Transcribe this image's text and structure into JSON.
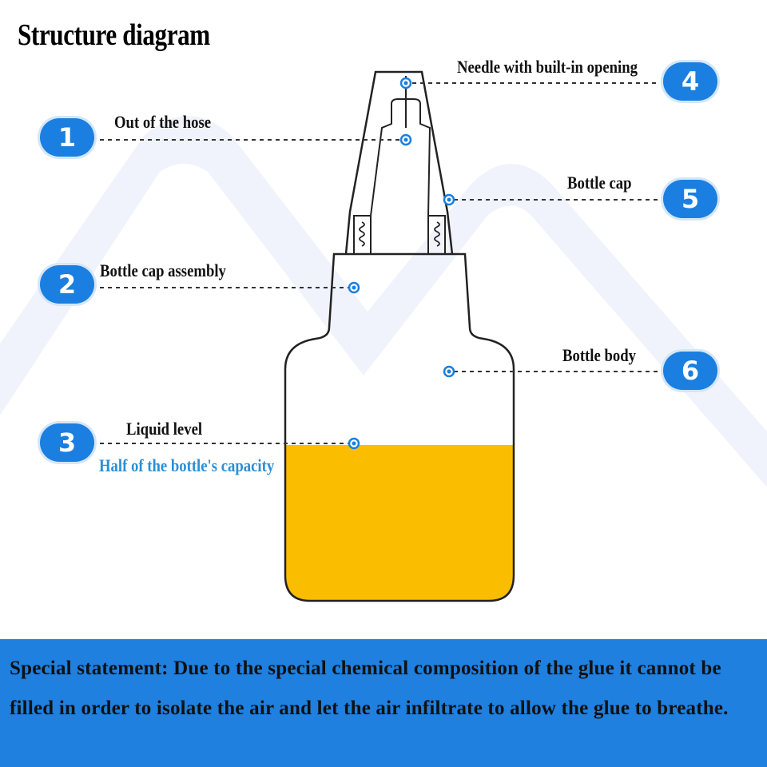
{
  "title": "Structure diagram",
  "labels": {
    "hose": "Out of the hose",
    "cap_assembly": "Bottle cap assembly",
    "liquid_level": "Liquid level",
    "capacity_note": "Half of the bottle's capacity",
    "needle": "Needle with built-in opening",
    "bottle_cap": "Bottle cap",
    "bottle_body": "Bottle body"
  },
  "badges": [
    "1",
    "2",
    "3",
    "4",
    "5",
    "6"
  ],
  "statement": "Special statement: Due to the special chemical composition of the glue it cannot be filled in order to isolate the air and let the air infiltrate to allow the glue to breathe.",
  "colors": {
    "badge": "#1a7fe0",
    "glue": "#fbbd00",
    "note_blue": "#2a8fd6",
    "statement_bg": "#1f80df"
  }
}
